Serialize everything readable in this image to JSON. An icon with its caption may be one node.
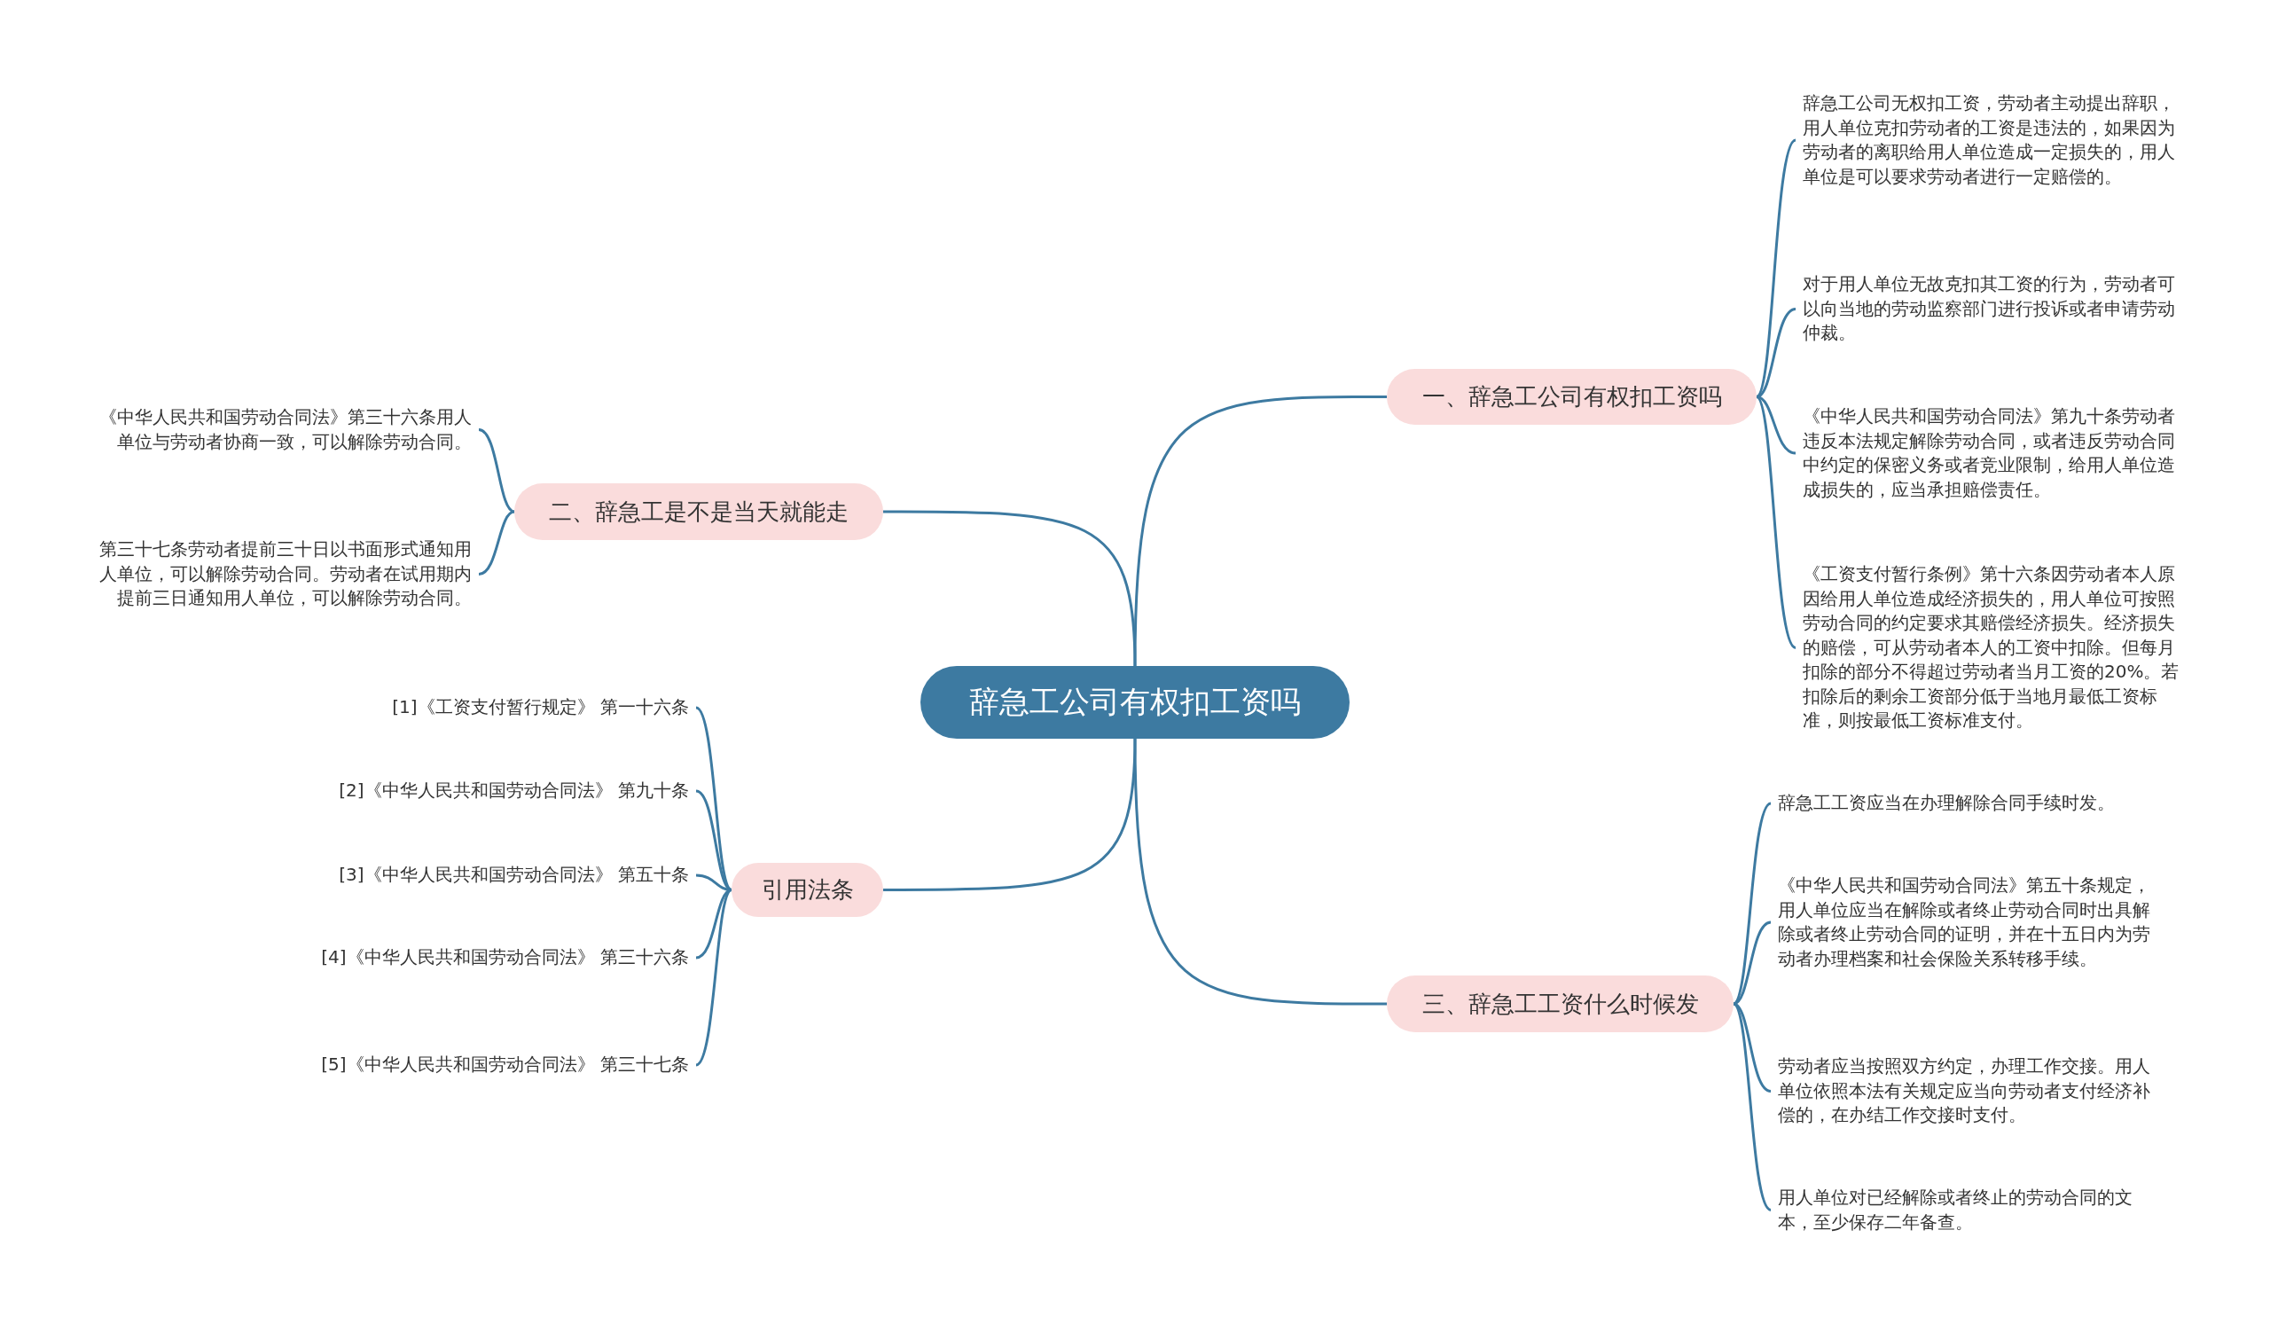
{
  "diagram": {
    "nodes": [
      {
        "text": [
          "辞急工公司有权扣工资吗"
        ]
      },
      {
        "text": [
          "一、辞急工公司有权扣工资吗"
        ]
      },
      {
        "text": [
          "辞急工公司无权扣工资，劳动者主动提出辞职，用人单位克扣劳动者的工资是违法的，如果因为劳动者的离职给用人单位造成一定损失的，用人单位是可以要求劳动者进行一定赔偿的。"
        ]
      },
      {
        "text": [
          "对于用人单位无故克扣其工资的行为，劳动者可以向当地的劳动监察部门进行投诉或者申请劳动仲裁。"
        ]
      },
      {
        "text": [
          "《中华人民共和国劳动合同法》第九十条劳动者违反本法规定解除劳动合同，或者违反劳动合同中约定的保密义务或者竞业限制，给用人单位造成损失的，应当承担赔偿责任。"
        ]
      },
      {
        "text": [
          "《工资支付暂行条例》第十六条因劳动者本人原因给用人单位造成经济损失的，用人单位可按照劳动合同的约定要求其赔偿经济损失。经济损失的赔偿，可从劳动者本人的工资中扣除。但每月扣除的部分不得超过劳动者当月工资的20%。若扣除后的剩余工资部分低于当地月最低工资标准，则按最低工资标准支付。"
        ]
      },
      {
        "text": [
          "二、辞急工是不是当天就能走"
        ]
      },
      {
        "text": [
          "《中华人民共和国劳动合同法》第三十六条用人单位与劳动者协商一致，可以解除劳动合同。"
        ]
      },
      {
        "text": [
          "第三十七条劳动者提前三十日以书面形式通知用人单位，可以解除劳动合同。劳动者在试用期内提前三日通知用人单位，可以解除劳动合同。"
        ]
      },
      {
        "text": [
          "引用法条"
        ]
      },
      {
        "text": [
          "[1]《工资支付暂行规定》 第一十六条"
        ]
      },
      {
        "text": [
          "[2]《中华人民共和国劳动合同法》 第九十条"
        ]
      },
      {
        "text": [
          "[3]《中华人民共和国劳动合同法》 第五十条"
        ]
      },
      {
        "text": [
          "[4]《中华人民共和国劳动合同法》 第三十六条"
        ]
      },
      {
        "text": [
          "[5]《中华人民共和国劳动合同法》 第三十七条"
        ]
      },
      {
        "text": [
          "三、辞急工工资什么时候发"
        ]
      },
      {
        "text": [
          "辞急工工资应当在办理解除合同手续时发。"
        ]
      },
      {
        "text": [
          "《中华人民共和国劳动合同法》第五十条规定，用人单位应当在解除或者终止劳动合同时出具解除或者终止劳动合同的证明，并在十五日内为劳动者办理档案和社会保险关系转移手续。"
        ]
      },
      {
        "text": [
          "劳动者应当按照双方约定，办理工作交接。用人单位依照本法有关规定应当向劳动者支付经济补偿的，在办结工作交接时支付。"
        ]
      },
      {
        "text": [
          "用人单位对已经解除或者终止的劳动合同的文本，至少保存二年备查。"
        ]
      }
    ],
    "edges": [
      {
        "from": 0,
        "to": 1,
        "arrow": "none"
      },
      {
        "from": 1,
        "to": 2,
        "arrow": "none"
      },
      {
        "from": 1,
        "to": 3,
        "arrow": "none"
      },
      {
        "from": 1,
        "to": 4,
        "arrow": "none"
      },
      {
        "from": 1,
        "to": 5,
        "arrow": "none"
      },
      {
        "from": 0,
        "to": 6,
        "arrow": "none"
      },
      {
        "from": 6,
        "to": 7,
        "arrow": "none"
      },
      {
        "from": 6,
        "to": 8,
        "arrow": "none"
      },
      {
        "from": 0,
        "to": 9,
        "arrow": "none"
      },
      {
        "from": 9,
        "to": 10,
        "arrow": "none"
      },
      {
        "from": 9,
        "to": 11,
        "arrow": "none"
      },
      {
        "from": 9,
        "to": 12,
        "arrow": "none"
      },
      {
        "from": 9,
        "to": 13,
        "arrow": "none"
      },
      {
        "from": 9,
        "to": 14,
        "arrow": "none"
      },
      {
        "from": 0,
        "to": 15,
        "arrow": "none"
      },
      {
        "from": 15,
        "to": 16,
        "arrow": "none"
      },
      {
        "from": 15,
        "to": 17,
        "arrow": "none"
      },
      {
        "from": 15,
        "to": 18,
        "arrow": "none"
      },
      {
        "from": 15,
        "to": 19,
        "arrow": "none"
      }
    ]
  }
}
